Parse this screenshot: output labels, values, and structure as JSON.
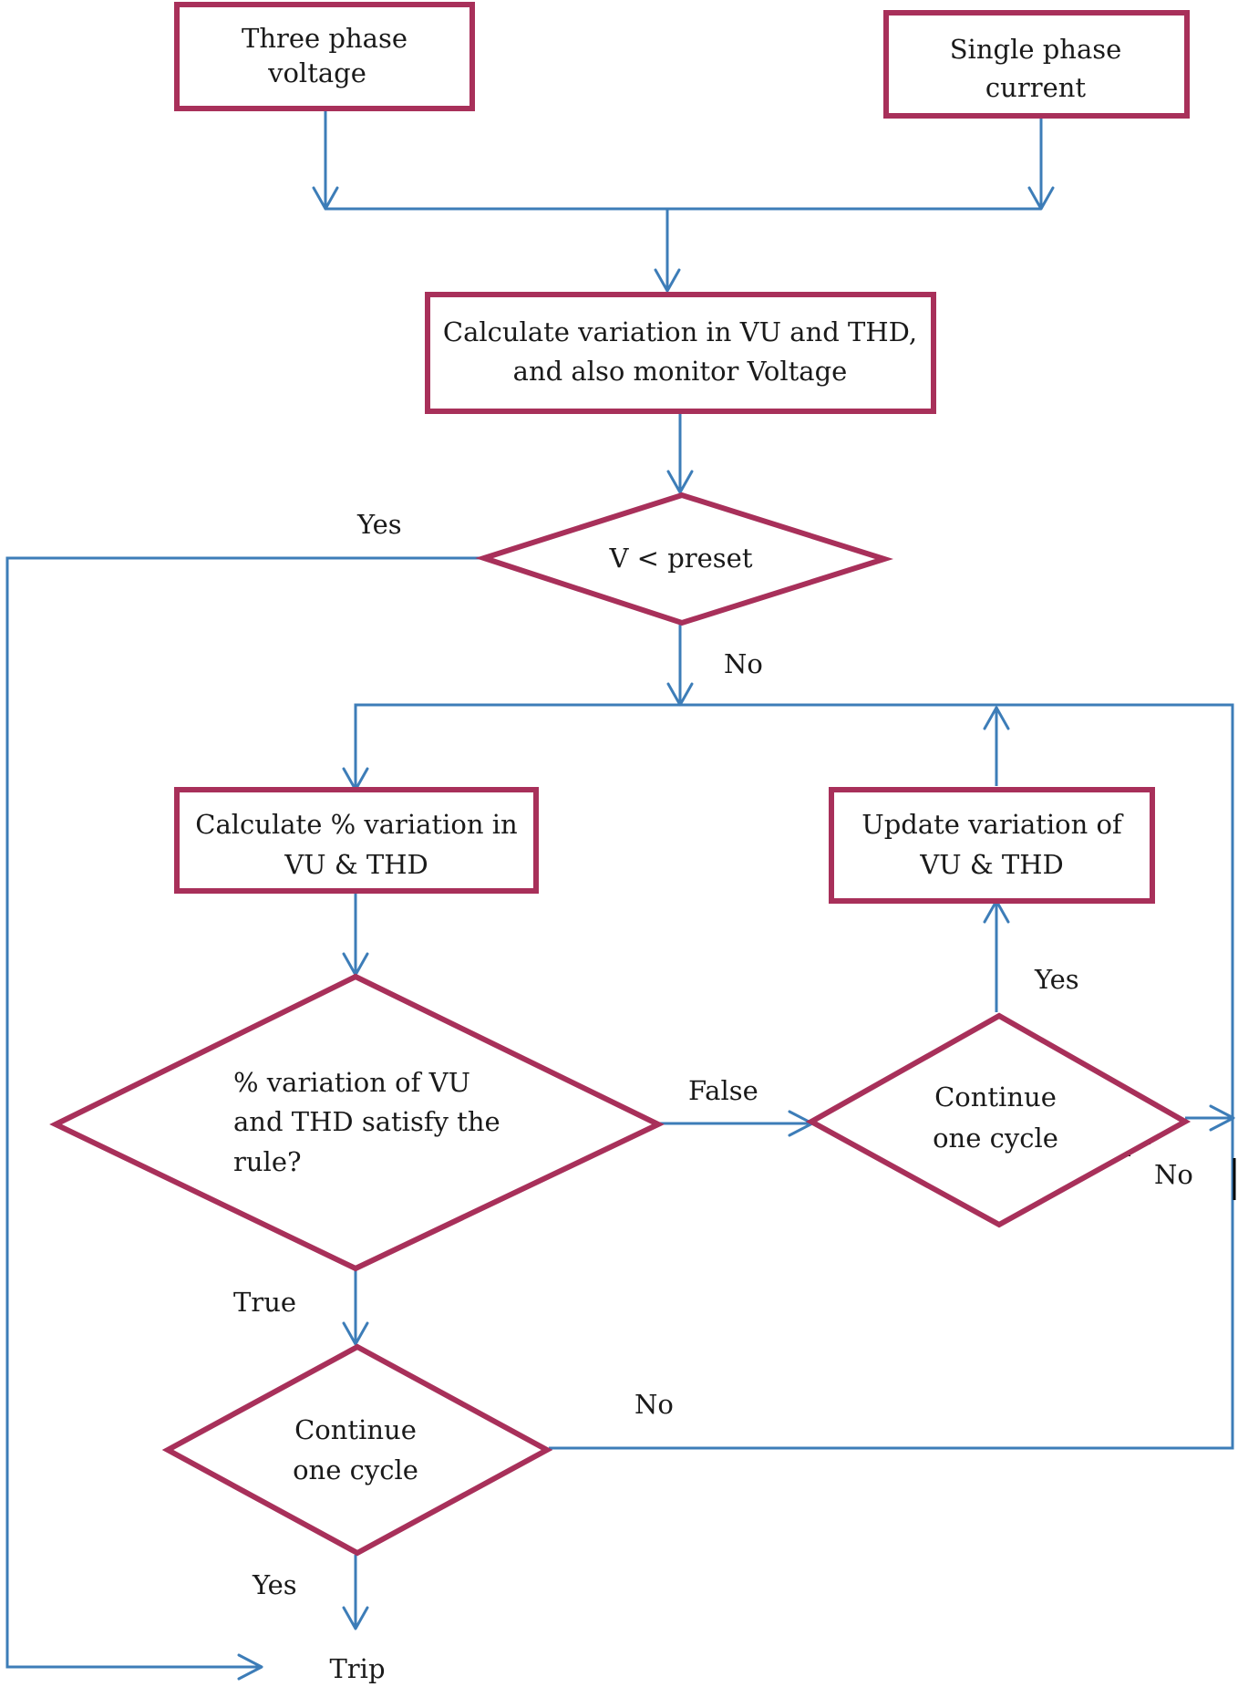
{
  "nodes": {
    "three_phase": [
      "Three phase",
      "voltage"
    ],
    "single_phase": [
      "Single phase",
      "current"
    ],
    "calc_vu_thd": [
      "Calculate variation in VU and THD,",
      "and also monitor Voltage"
    ],
    "v_preset": [
      "V < preset"
    ],
    "calc_percent": [
      "Calculate % variation in",
      "VU & THD"
    ],
    "update_variation": [
      "Update variation of",
      "VU & THD"
    ],
    "rule_check": [
      "% variation of VU",
      "and THD satisfy the",
      "rule?"
    ],
    "continue_right": [
      "Continue",
      "one cycle"
    ],
    "continue_bottom": [
      "Continue",
      "one cycle"
    ],
    "trip": "Trip"
  },
  "edge_labels": {
    "v_yes": "Yes",
    "v_no": "No",
    "rule_false": "False",
    "rule_true": "True",
    "right_yes": "Yes",
    "right_no": "No",
    "bottom_no": "No",
    "bottom_yes": "Yes"
  },
  "colors": {
    "box_border": "#a8305a",
    "connector": "#3d7db8"
  }
}
